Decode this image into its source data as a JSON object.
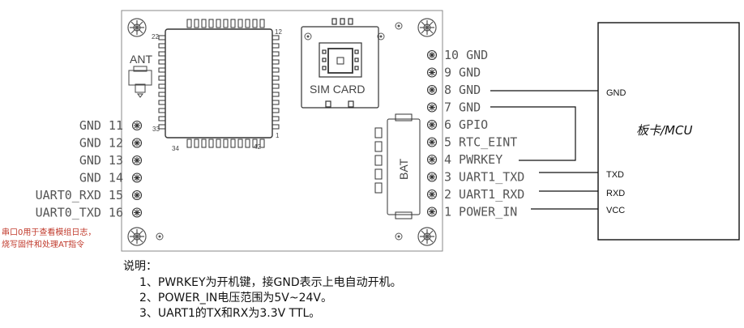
{
  "module": {
    "ant_label": "ANT",
    "sim_label": "SIM CARD",
    "bat_label": "BAT",
    "chip_pin_numbers": {
      "top_left": "22",
      "top_right": "12",
      "bottom_left": "34",
      "bottom_right": "42",
      "left_mid": "33",
      "right_mid": "1"
    }
  },
  "right_pins": [
    {
      "num": "10",
      "name": "GND"
    },
    {
      "num": "9",
      "name": "GND"
    },
    {
      "num": "8",
      "name": "GND"
    },
    {
      "num": "7",
      "name": "GND"
    },
    {
      "num": "6",
      "name": "GPIO"
    },
    {
      "num": "5",
      "name": "RTC_EINT"
    },
    {
      "num": "4",
      "name": "PWRKEY"
    },
    {
      "num": "3",
      "name": "UART1_TXD"
    },
    {
      "num": "2",
      "name": "UART1_RXD"
    },
    {
      "num": "1",
      "name": "POWER_IN"
    }
  ],
  "left_pins": [
    {
      "name": "GND",
      "num": "11"
    },
    {
      "name": "GND",
      "num": "12"
    },
    {
      "name": "GND",
      "num": "13"
    },
    {
      "name": "GND",
      "num": "14"
    },
    {
      "name": "UART0_RXD",
      "num": "15"
    },
    {
      "name": "UART0_TXD",
      "num": "16"
    }
  ],
  "mcu": {
    "title": "板卡/MCU",
    "signals": [
      "GND",
      "TXD",
      "RXD",
      "VCC"
    ]
  },
  "uart0_note": [
    "串口0用于查看模组日志，",
    "烧写固件和处理AT指令"
  ],
  "notes": {
    "heading": "说明：",
    "items": [
      "1、PWRKEY为开机键，接GND表示上电自动开机。",
      "2、POWER_IN电压范围为5V~24V。",
      "3、UART1的TX和RX为3.3V TTL。"
    ]
  }
}
